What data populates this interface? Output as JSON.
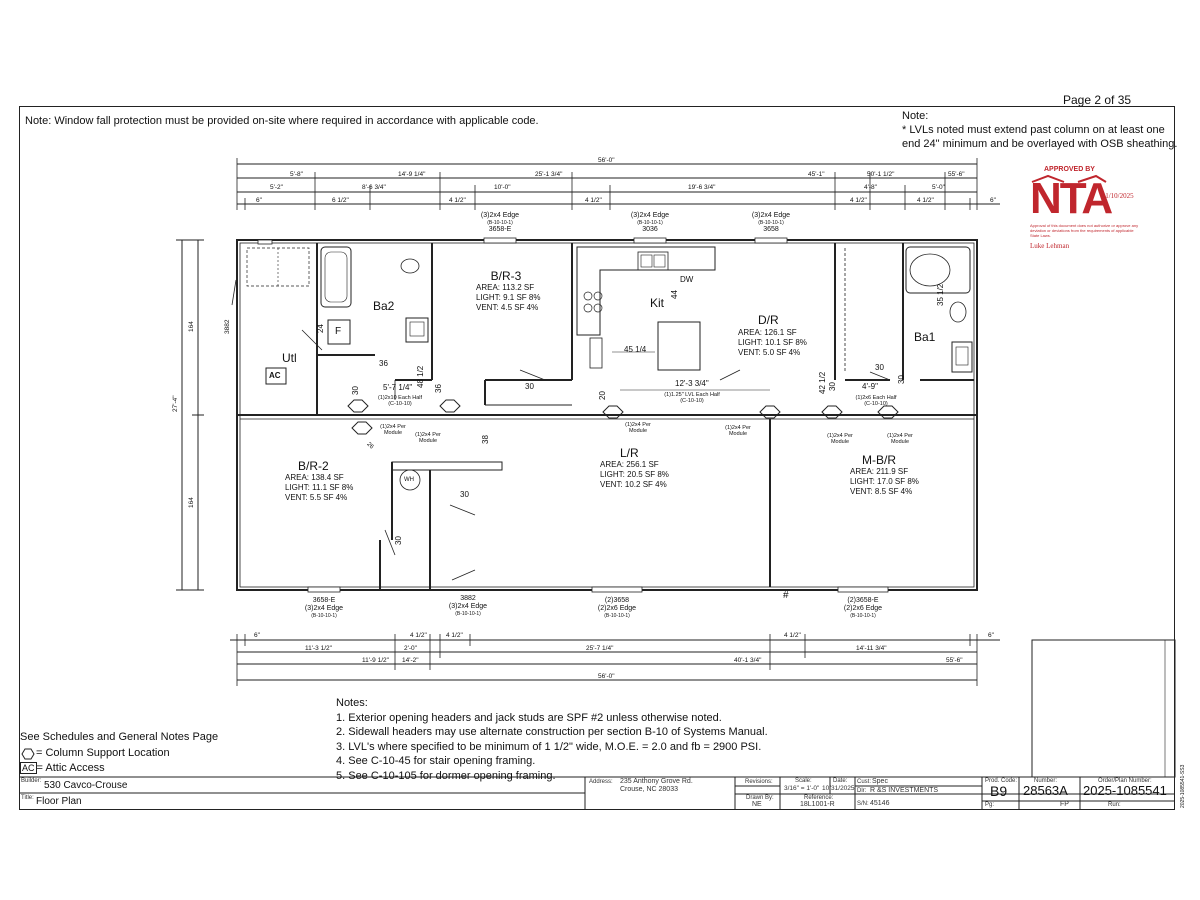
{
  "page": {
    "number": "Page 2 of 35"
  },
  "top_note": "Note:  Window fall protection must be provided on-site where required in accordance with applicable code.",
  "right_note": {
    "heading": "Note:",
    "line1": "* LVLs noted must extend past column on at least one",
    "line2": "end 24\" minimum and be overlayed with OSB sheathing."
  },
  "approval": {
    "heading": "APPROVED BY",
    "logo": "NTA",
    "date": "11/10/2025",
    "fine_print": "Approval of this document does not authorize or approve any deviation or deviations from the requirements of applicable State Laws.",
    "signature": "Luke Lehman"
  },
  "dimensions": {
    "overall_top": "56'-0\"",
    "overall_bottom": "56'-0\"",
    "overall_height": "27'-4\"",
    "module_height_top": "164",
    "module_height_bottom": "164",
    "left_height": "3882",
    "top_row1": [
      "5'-8\"",
      "14'-9 1/4\"",
      "25'-1 3/4\"",
      "45'-1\"",
      "50'-1 1/2\"",
      "55'-6\""
    ],
    "top_row2": [
      "5'-2\"",
      "8'-6 3/4\"",
      "10'-0\"",
      "19'-6 3/4\"",
      "4'-8\"",
      "5'-0\""
    ],
    "top_row3": [
      "6\"",
      "6 1/2\"",
      "4 1/2\"",
      "4 1/2\"",
      "4 1/2\"",
      "4 1/2\"",
      "6\""
    ],
    "bottom_row1": [
      "6\"",
      "4 1/2\"",
      "4 1/2\"",
      "4 1/2\"",
      "6\""
    ],
    "bottom_row2": [
      "11'-3 1/2\"",
      "2'-0\"",
      "25'-7 1/4\"",
      "14'-11 3/4\""
    ],
    "bottom_row3": [
      "11'-9 1/2\"",
      "14'-2\"",
      "40'-1 3/4\"",
      "55'-6\""
    ]
  },
  "windows_top": [
    {
      "line1": "(3)2x4 Edge",
      "line2": "(B-10-10-1)",
      "line3": "3658-E"
    },
    {
      "line1": "(3)2x4 Edge",
      "line2": "(B-10-10-1)",
      "line3": "3036"
    },
    {
      "line1": "(3)2x4 Edge",
      "line2": "(B-10-10-1)",
      "line3": "3658"
    }
  ],
  "windows_bottom": [
    {
      "line1": "3658-E",
      "line2": "(3)2x4 Edge",
      "line3": "(B-10-10-1)"
    },
    {
      "line1": "3882",
      "line2": "(3)2x4 Edge",
      "line3": "(B-10-10-1)"
    },
    {
      "line1": "(2)3658",
      "line2": "(2)2x6 Edge",
      "line3": "(B-10-10-1)"
    },
    {
      "line1": "(2)3658-E",
      "line2": "(2)2x6 Edge",
      "line3": "(B-10-10-1)"
    }
  ],
  "rooms": {
    "br3": {
      "name": "B/R-3",
      "area": "AREA:  113.2 SF",
      "light": "LIGHT:  9.1 SF 8%",
      "vent": "VENT:  4.5 SF 4%"
    },
    "dr": {
      "name": "D/R",
      "area": "AREA:  126.1 SF",
      "light": "LIGHT: 10.1 SF 8%",
      "vent": "VENT:  5.0 SF 4%"
    },
    "br2": {
      "name": "B/R-2",
      "area": "AREA:  138.4 SF",
      "light": "LIGHT:  11.1 SF 8%",
      "vent": "VENT:  5.5 SF 4%"
    },
    "lr": {
      "name": "L/R",
      "area": "AREA:  256.1 SF",
      "light": "LIGHT:  20.5 SF 8%",
      "vent": "VENT:  10.2 SF 4%"
    },
    "mbr": {
      "name": "M-B/R",
      "area": "AREA:  211.9 SF",
      "light": "LIGHT:  17.0 SF 8%",
      "vent": "VENT:  8.5 SF 4%"
    },
    "ba2": "Ba2",
    "ba1": "Ba1",
    "utl": "Utl",
    "kit": "Kit",
    "ac": "AC",
    "f": "F",
    "dw": "DW",
    "wh": "WH"
  },
  "plan_labels": {
    "d24": "24",
    "d36a": "36",
    "d30a": "30",
    "d36b": "36",
    "d30b": "30",
    "d44": "44",
    "d45": "45 1/4",
    "d30c": "30",
    "d20": "20",
    "d12": "12'-3 3/4\"",
    "d42": "42 1/2",
    "d30d": "30",
    "d30e": "30",
    "d30f": "30",
    "d36c": "36",
    "d35": "35 1/2",
    "d4_9": "4'-9\"",
    "d5_7": "5'-7 1/4\"",
    "d48": "48 1/2",
    "d38": "38",
    "d30g": "30",
    "d30h": "30",
    "d30i": "30",
    "d26": "26",
    "hash": "#",
    "lvl1_a": "(1)2x10  Each Half",
    "lvl1_b": "(C-10-10)",
    "lvl2_a": "(1)1.25\" LVL  Each Half",
    "lvl2_b": "(C-10-10)",
    "lvl3_a": "(1)2x6  Each Half",
    "lvl3_b": "(C-10-10)",
    "per_module": "(1)2x4 Per",
    "module": "Module"
  },
  "notes": {
    "heading": "Notes:",
    "items": [
      "1. Exterior opening headers and jack studs are SPF #2 unless otherwise noted.",
      "2. Sidewall headers may use alternate construction per section B-10 of Systems Manual.",
      "3. LVL's where specified to be minimum of 1 1/2\" wide, M.O.E. = 2.0 and fb = 2900 PSI.",
      "4. See C-10-45 for stair opening framing.",
      "5. See C-10-105 for dormer opening framing."
    ]
  },
  "legend": {
    "schedules": "See Schedules and General Notes Page",
    "column": "= Column Support Location",
    "attic_box": "AC",
    "attic": "= Attic Access"
  },
  "title_block": {
    "builder_label": "Builder:",
    "builder": "530 Cavco-Crouse",
    "title_label": "Title:",
    "title": "Floor Plan",
    "address_label": "Address:",
    "address1": "235 Anthony Grove Rd.",
    "address2": "Crouse, NC 28033",
    "revisions_label": "Revisions:",
    "scale_label": "Scale:",
    "scale": "3/16\" = 1'-0\"",
    "date_label": "Date:",
    "date": "10/31/2025",
    "cust_label": "Cust:",
    "cust": "Spec",
    "dlr_label": "Dlr:",
    "dlr": "R &S INVESTMENTS",
    "drawn_label": "Drawn By:",
    "drawn": "NE",
    "ref_label": "Reference:",
    "ref": "18L1001-R",
    "sn_label": "S/N:",
    "sn": "45146",
    "prod_label": "Prod. Code:",
    "prod": "B9",
    "number_label": "Number:",
    "number": "28563A",
    "order_label": "Order/Plan Number:",
    "order": "2025-1085541",
    "pg_label": "Pg:",
    "fp": "FP",
    "run_label": "Run:",
    "side_code": "2025-1085541-SS3"
  }
}
